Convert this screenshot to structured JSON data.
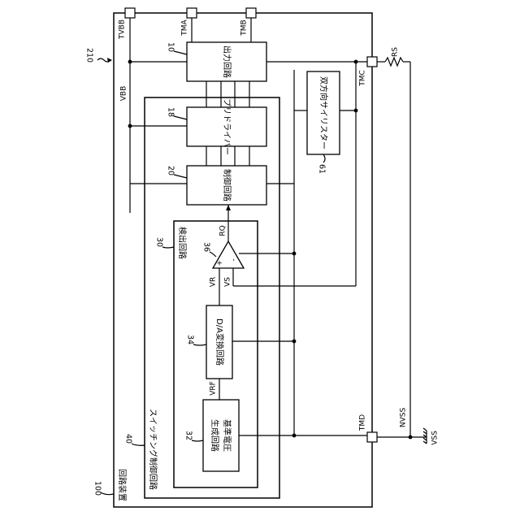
{
  "labels": {
    "figure_ref": "210",
    "device_num": "100",
    "device_name": "回路装置",
    "switch_ctrl_num": "40",
    "switch_ctrl_name": "スイッチング制御回路",
    "detect_num": "30",
    "detect_name": "検出回路",
    "block_10_num": "10",
    "block_10_name": "出力回路",
    "block_18_num": "18",
    "block_18_name": "プリドライバー",
    "block_20_num": "20",
    "block_20_name": "制御回路",
    "block_34_num": "34",
    "block_34_name": "D/A変換回路",
    "block_32_num": "32",
    "block_32_name_1": "基準電圧",
    "block_32_name_2": "生成回路",
    "thyristor_num": "61",
    "thyristor_name": "双方向サイリスター",
    "comparator_num": "36",
    "plus": "+",
    "minus": "-",
    "tvbb": "TVBB",
    "tma": "TMA",
    "tmb": "TMB",
    "tmc": "TMC",
    "tmd": "TMD",
    "vbb": "VBB",
    "rs": "RS",
    "nvss": "NVSS",
    "vss": "VSS",
    "rq": "RQ",
    "vr": "VR",
    "vs": "VS",
    "vrf": "VRF"
  }
}
